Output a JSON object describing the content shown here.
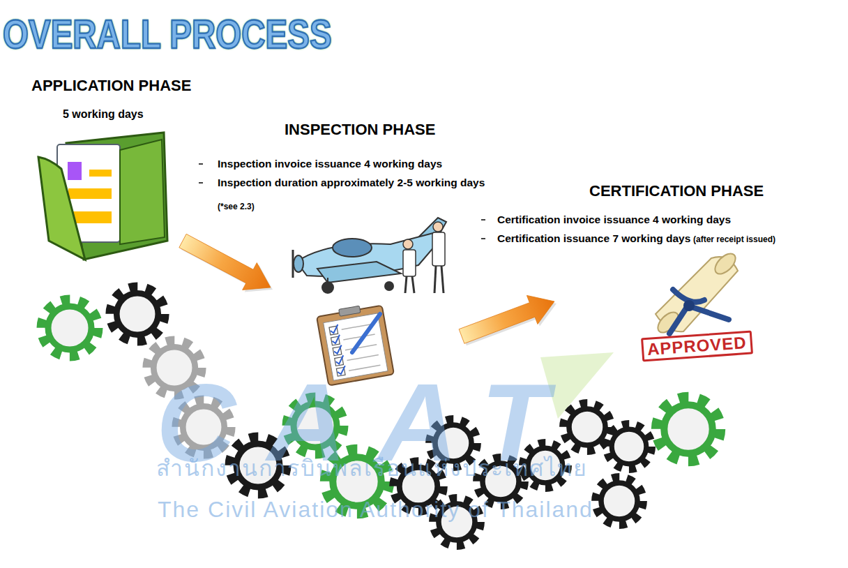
{
  "diagram": {
    "title": "OVERALL PROCESS",
    "nodes": [
      {
        "text": [
          "APPLICATION PHASE",
          "5 working days"
        ]
      },
      {
        "text": [
          "INSPECTION PHASE",
          "Inspection invoice issuance 4 working days",
          "Inspection duration approximately 2-5 working days",
          "(*see 2.3)"
        ]
      },
      {
        "text": [
          "CERTIFICATION PHASE",
          "Certification invoice issuance 4 working days",
          "Certification issuance 7 working days",
          "(after receipt issued)"
        ]
      }
    ],
    "edges": [
      {
        "from": 0,
        "to": 1,
        "arrow": "to"
      },
      {
        "from": 1,
        "to": 2,
        "arrow": "to"
      }
    ],
    "labels": [
      "APPROVED",
      "CAAT",
      "สำนักงานการบินพลเรือนแห่งประเทศไทย",
      "The Civil Aviation Authority of Thailand"
    ]
  }
}
